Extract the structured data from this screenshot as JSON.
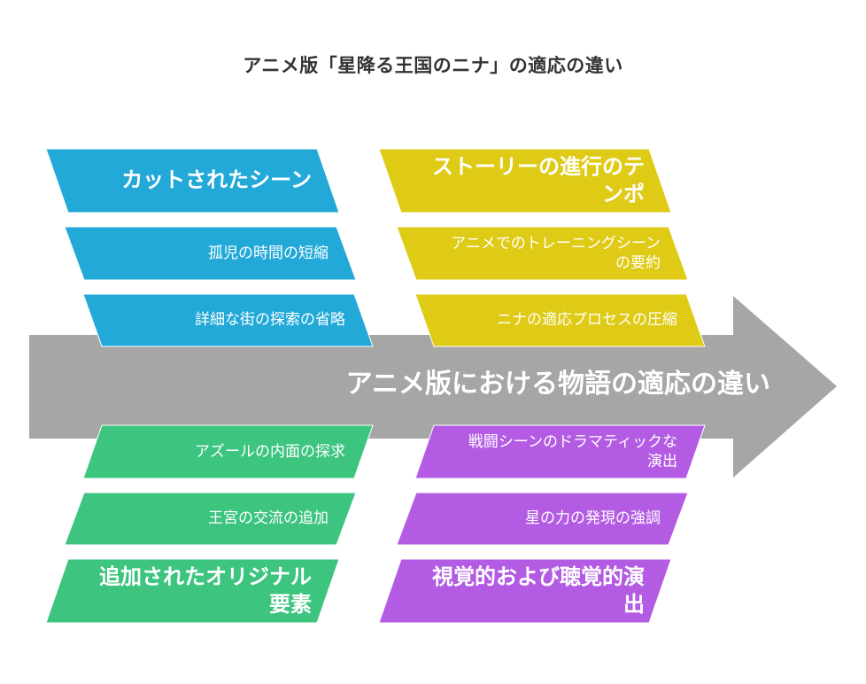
{
  "title": "アニメ版「星降る王国のニナ」の適応の違い",
  "spine": {
    "label": "アニメ版における物語の適応の違い",
    "color": "#a6a6a6"
  },
  "branches": {
    "cut_scenes": {
      "color": "#22a9d8",
      "category": [
        "カットされたシーン"
      ],
      "items": [
        [
          "孤児の時間の短縮"
        ],
        [
          "詳細な街の探索の省略"
        ]
      ]
    },
    "story_tempo": {
      "color": "#dfcb16",
      "category": [
        "ストーリーの進行のテ",
        "ンポ"
      ],
      "items": [
        [
          "アニメでのトレーニングシーン",
          "の要約"
        ],
        [
          "ニナの適応プロセスの圧縮"
        ]
      ]
    },
    "original_elements": {
      "color": "#3dc47f",
      "category": [
        "追加されたオリジナル",
        "要素"
      ],
      "items": [
        [
          "アズールの内面の探求"
        ],
        [
          "王宮の交流の追加"
        ]
      ]
    },
    "audiovisual": {
      "color": "#b35ce3",
      "category": [
        "視覚的および聴覚的演",
        "出"
      ],
      "items": [
        [
          "戦闘シーンのドラマティックな",
          "演出"
        ],
        [
          "星の力の発現の強調"
        ]
      ]
    }
  }
}
